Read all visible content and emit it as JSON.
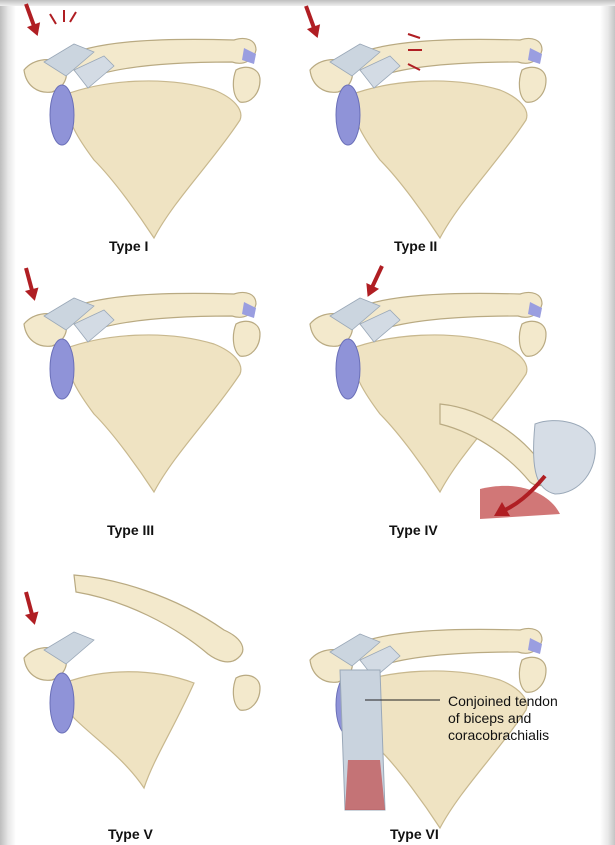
{
  "panels": [
    {
      "label": "Type I"
    },
    {
      "label": "Type II"
    },
    {
      "label": "Type III"
    },
    {
      "label": "Type IV"
    },
    {
      "label": "Type V"
    },
    {
      "label": "Type VI"
    }
  ],
  "annotation": {
    "lines": [
      "Conjoined tendon",
      "of biceps and",
      "coracobrachialis"
    ]
  },
  "colors": {
    "bone": "#f1e6c6",
    "bone_outline": "#b9aa82",
    "ligament": "#c9d3de",
    "cartilage": "#8b8fd6",
    "arrow": "#b01e23",
    "muscle": "#c24a4a"
  }
}
